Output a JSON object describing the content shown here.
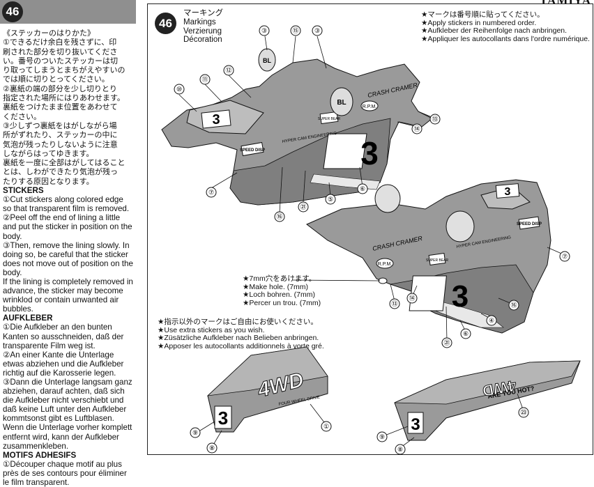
{
  "header": {
    "step_number": "46",
    "brand": "TAMIYA"
  },
  "section": {
    "step_number": "46",
    "title_jp": "マーキング",
    "title_en": "Markings",
    "title_de": "Verzierung",
    "title_fr": "Décoration"
  },
  "instructions": {
    "jp_heading": "《ステッカーのはりかた》",
    "jp_lines": [
      "①できるだけ余白を残さずに、印",
      "刷された部分を切り抜いてくださ",
      "い。番号のついたステッカーは切",
      "り取ってしまうとまちがえやすいの",
      "では順に切りとってください。",
      "②裏紙の端の部分を少し切りとり",
      "指定された場所にはりあわせます。",
      "裏紙をつけたまま位置をあわせて",
      "ください。",
      "③少しずつ裏紙をはがしながら場",
      "所がずれたり、ステッカーの中に",
      "気泡が残ったりしないように注意",
      "しながらはってゆきます。",
      "裏紙を一度に全部はがしてはること",
      "とは、しわができたり気泡が残っ",
      "たりする原因となります。"
    ],
    "en_heading": "STICKERS",
    "en_lines": [
      "①Cut stickers along colored edge",
      "so that transparent film is removed.",
      "②Peel off the end of lining a little",
      "and put the sticker in position on the",
      "body.",
      "③Then, remove the lining slowly. In",
      "doing so, be careful that the sticker",
      "does not move out of position on the",
      "body.",
      "If the lining is completely removed in",
      "advance, the sticker may become",
      "wrinklod or contain unwanted air",
      "bubbles."
    ],
    "de_heading": "AUFKLEBER",
    "de_lines": [
      "①Die Aufkleber an den bunten",
      "Kanten so ausschneiden, daß der",
      "transparente Film weg ist.",
      "②An einer Kante die Unterlage",
      "etwas abziehen und die Aufkleber",
      "richtig auf die Karosserie legen.",
      "③Dann die Unterlage langsam ganz",
      "abziehen, darauf achten, daß sich",
      "die Aufkleber nicht verschiebt und",
      "daß keine Luft unter den Aufkleber",
      "kommtsonst gibt es Luftblasen.",
      "Wenn die Unterlage vorher komplett",
      "entfernt wird, kann der Aufkleber",
      "zusammenkleben."
    ],
    "fr_heading": "MOTIFS ADHESIFS",
    "fr_lines": [
      "①Découper chaque motif au plus",
      "près de ses contours pour éliminer",
      "le film transparent."
    ]
  },
  "notes": {
    "lines": [
      "★マークは番号順に貼ってください。",
      "★Apply stickers in numbered order.",
      "★Aufkleber der Reihenfolge nach anbringen.",
      "★Appliquer les autocollants dans l'ordre numérique."
    ]
  },
  "hole_note": {
    "lines": [
      "★7mm穴をあけます。",
      "★Make hole. (7mm)",
      "★Loch bohren. (7mm)",
      "★Percer un trou. (7mm)"
    ]
  },
  "extra_note": {
    "lines": [
      "★指示以外のマークはご自由にお使いください。",
      "★Use extra stickers as you wish.",
      "★Züsätzliche Aufkleber nach Belieben anbringen.",
      "★Apposer les autocollants additionnels à vorte gré."
    ]
  },
  "stickers": {
    "car_number": "3",
    "crash_cramer": "CRASH CRAMER",
    "rpm": "R.P.M.",
    "hyper_cam": "HYPER CAM ENGINEERING",
    "speed_disp": "SPEED DISP",
    "super_bear": "SUPER BEAR",
    "four_wd": "4WD",
    "four_wheel_drive": "FOUR WHEEL DRIVE",
    "are_you_hot": "ARE YOU HOT?",
    "bl": "BL"
  },
  "callouts": {
    "top_body": [
      "③",
      "⑮",
      "③",
      "⑩",
      "⑪",
      "⑫",
      "⑬",
      "⑭",
      "⑦",
      "⑯",
      "㉑",
      "⑤",
      "⑥"
    ],
    "bottom_body": [
      "⑦",
      "⑬",
      "⑭",
      "⑯",
      "④",
      "⑥",
      "㉑"
    ],
    "wing_left": [
      "①",
      "⑨",
      "⑧"
    ],
    "wing_right": [
      "㉓",
      "⑨",
      "⑧"
    ]
  },
  "colors": {
    "body_gray": "#9a9a9a",
    "body_dark": "#6f6f6f",
    "line": "#111111"
  }
}
